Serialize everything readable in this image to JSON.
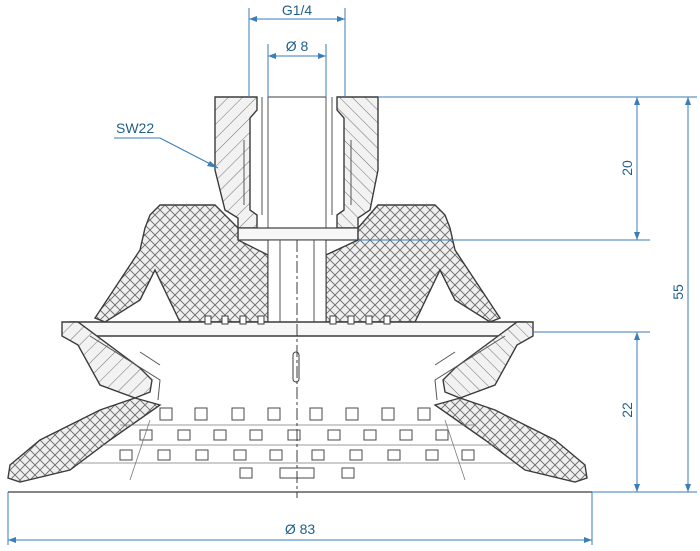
{
  "drawing": {
    "labels": {
      "thread": "G1/4",
      "bore": "Ø 8",
      "wrench": "SW22",
      "height_top": "20",
      "height_total": "55",
      "height_bottom": "22",
      "diameter": "Ø 83"
    },
    "colors": {
      "dimension": "#3a7db8",
      "dimension_text": "#1f5f8b",
      "outline": "#3c3c3c",
      "hatch": "#6a6a6a",
      "fill": "#f2f2f2"
    }
  }
}
